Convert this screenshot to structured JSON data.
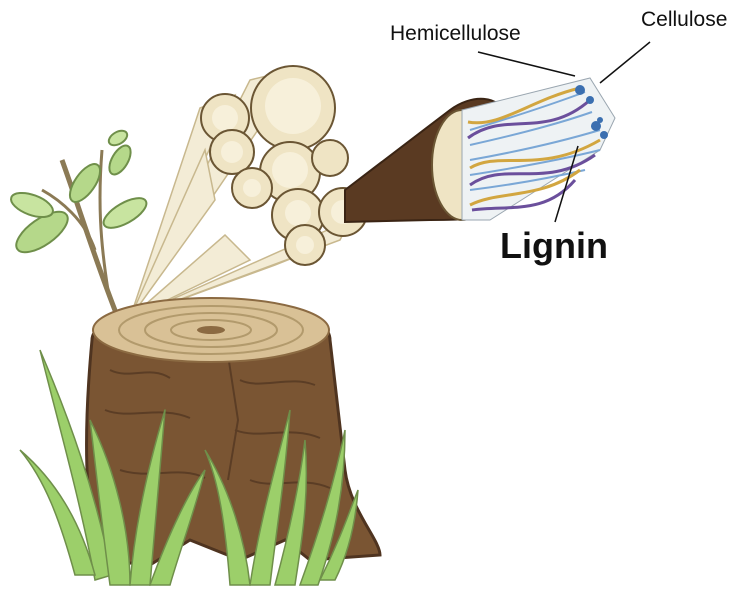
{
  "labels": {
    "hemicellulose": "Hemicellulose",
    "cellulose": "Cellulose",
    "lignin": "Lignin"
  },
  "colors": {
    "bark": "#7a5533",
    "bark_dark": "#4f3420",
    "wood_top": "#d9c196",
    "fiber_cream": "#efe4c4",
    "cellulose_blue": "#3b6fb0",
    "lignin_purple": "#6b4f9c",
    "hemicellulose_gold": "#d2a640",
    "grass": "#9ccf6a",
    "leaf": "#b5d88a"
  }
}
